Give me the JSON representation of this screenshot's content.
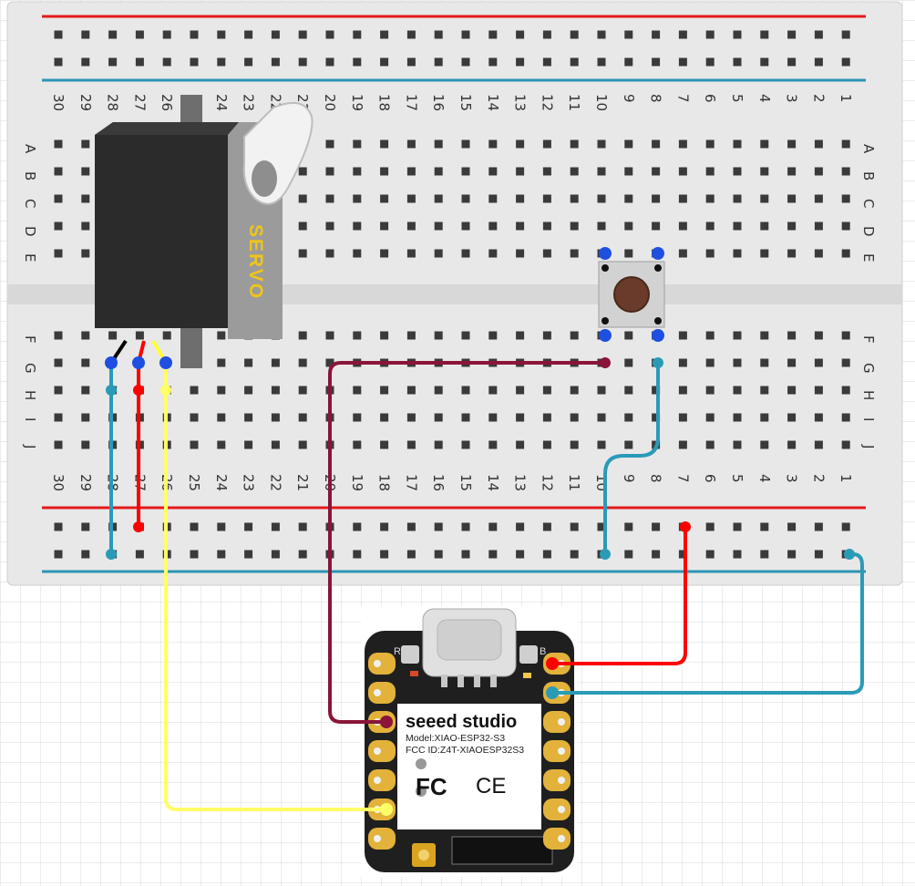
{
  "breadboard": {
    "columns": [
      "30",
      "29",
      "28",
      "27",
      "26",
      "25",
      "24",
      "23",
      "22",
      "21",
      "20",
      "19",
      "18",
      "17",
      "16",
      "15",
      "14",
      "13",
      "12",
      "11",
      "10",
      "9",
      "8",
      "7",
      "6",
      "5",
      "4",
      "3",
      "2",
      "1"
    ],
    "rows_top": [
      "A",
      "B",
      "C",
      "D",
      "E"
    ],
    "rows_bottom": [
      "F",
      "G",
      "H",
      "I",
      "J"
    ]
  },
  "servo": {
    "label": "SERVO"
  },
  "board": {
    "brand": "seeed studio",
    "model": "Model:XIAO-ESP32-S3",
    "fcc": "FCC ID:Z4T-XIAOESP32S3",
    "fc_mark": "FC",
    "ce_mark": "CE",
    "reset_label": "R",
    "boot_label": "B"
  },
  "colors": {
    "grid": "#d9d9d9",
    "breadboard": "#e6e6e6",
    "rail_red": "#e31a1c",
    "rail_blue": "#2b95b5",
    "wire_red": "#ff0000",
    "wire_teal": "#2a9bb7",
    "wire_yellow": "#ffff66",
    "wire_maroon": "#8a1538",
    "pin_blue": "#1e4fe0"
  }
}
